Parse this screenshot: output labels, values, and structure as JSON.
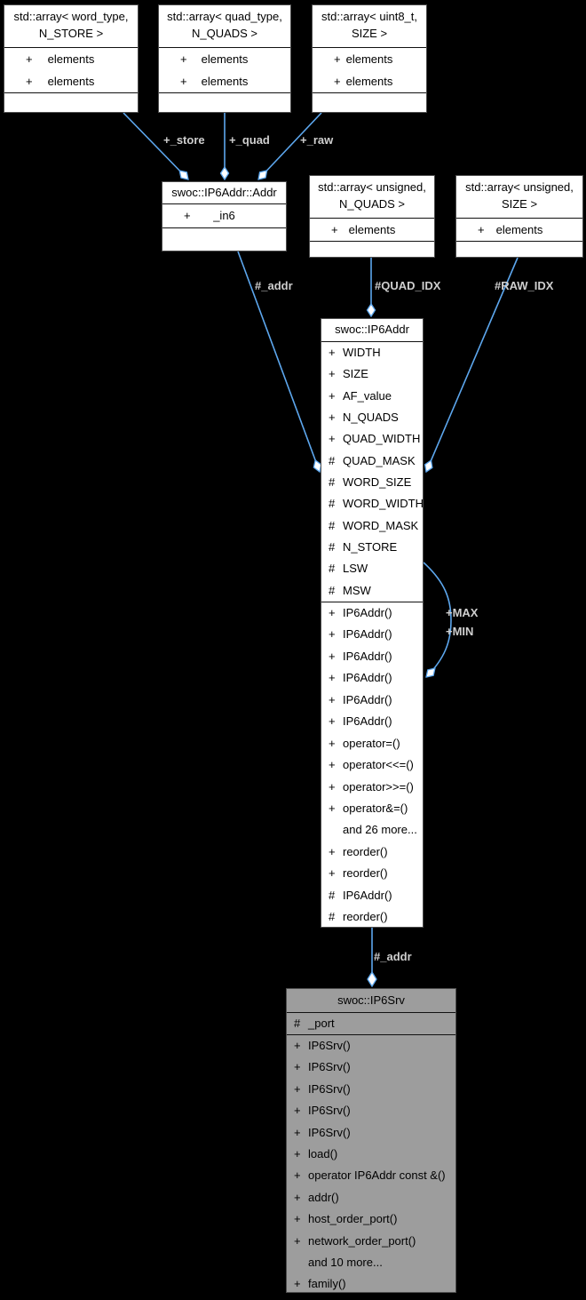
{
  "diagram": {
    "background": "#000000",
    "edge_color": "#5da7ee",
    "edge_label_color": "#cfcfcf",
    "node_fill": "#ffffff",
    "node_border": "#4d4d4d",
    "highlight_node_fill": "#9d9d9d"
  },
  "nodes": {
    "array_word": {
      "title1": "std::array< word_type,",
      "title2": "N_STORE >",
      "attrs": [
        {
          "a": "+",
          "n": "elements"
        },
        {
          "a": "+",
          "n": "elements"
        }
      ]
    },
    "array_quad": {
      "title1": "std::array< quad_type,",
      "title2": "N_QUADS >",
      "attrs": [
        {
          "a": "+",
          "n": "elements"
        },
        {
          "a": "+",
          "n": "elements"
        }
      ]
    },
    "array_uint8": {
      "title1": "std::array< uint8_t,",
      "title2": "SIZE >",
      "attrs": [
        {
          "a": "+",
          "n": "elements"
        },
        {
          "a": "+",
          "n": "elements"
        }
      ]
    },
    "addr": {
      "title": "swoc::IP6Addr::Addr",
      "attrs": [
        {
          "a": "+",
          "n": "_in6"
        }
      ]
    },
    "array_unsigned_quads": {
      "title1": "std::array< unsigned,",
      "title2": "N_QUADS >",
      "attrs": [
        {
          "a": "+",
          "n": "elements"
        }
      ]
    },
    "array_unsigned_size": {
      "title1": "std::array< unsigned,",
      "title2": "SIZE >",
      "attrs": [
        {
          "a": "+",
          "n": "elements"
        }
      ]
    },
    "ip6addr": {
      "title": "swoc::IP6Addr",
      "attrs": [
        {
          "a": "+",
          "n": "WIDTH"
        },
        {
          "a": "+",
          "n": "SIZE"
        },
        {
          "a": "+",
          "n": "AF_value"
        },
        {
          "a": "+",
          "n": "N_QUADS"
        },
        {
          "a": "+",
          "n": "QUAD_WIDTH"
        },
        {
          "a": "#",
          "n": "QUAD_MASK"
        },
        {
          "a": "#",
          "n": "WORD_SIZE"
        },
        {
          "a": "#",
          "n": "WORD_WIDTH"
        },
        {
          "a": "#",
          "n": "WORD_MASK"
        },
        {
          "a": "#",
          "n": "N_STORE"
        },
        {
          "a": "#",
          "n": "LSW"
        },
        {
          "a": "#",
          "n": "MSW"
        }
      ],
      "methods": [
        {
          "a": "+",
          "n": "IP6Addr()"
        },
        {
          "a": "+",
          "n": "IP6Addr()"
        },
        {
          "a": "+",
          "n": "IP6Addr()"
        },
        {
          "a": "+",
          "n": "IP6Addr()"
        },
        {
          "a": "+",
          "n": "IP6Addr()"
        },
        {
          "a": "+",
          "n": "IP6Addr()"
        },
        {
          "a": "+",
          "n": "operator=()"
        },
        {
          "a": "+",
          "n": "operator<<=()"
        },
        {
          "a": "+",
          "n": "operator>>=()"
        },
        {
          "a": "+",
          "n": "operator&=()"
        },
        {
          "a": "",
          "n": "and 26 more..."
        },
        {
          "a": "+",
          "n": "reorder()"
        },
        {
          "a": "+",
          "n": "reorder()"
        },
        {
          "a": "#",
          "n": "IP6Addr()"
        },
        {
          "a": "#",
          "n": "reorder()"
        }
      ]
    },
    "ip6srv": {
      "title": "swoc::IP6Srv",
      "attrs": [
        {
          "a": "#",
          "n": "_port"
        }
      ],
      "methods": [
        {
          "a": "+",
          "n": "IP6Srv()"
        },
        {
          "a": "+",
          "n": "IP6Srv()"
        },
        {
          "a": "+",
          "n": "IP6Srv()"
        },
        {
          "a": "+",
          "n": "IP6Srv()"
        },
        {
          "a": "+",
          "n": "IP6Srv()"
        },
        {
          "a": "+",
          "n": "load()"
        },
        {
          "a": "+",
          "n": "operator IP6Addr const &()"
        },
        {
          "a": "+",
          "n": "addr()"
        },
        {
          "a": "+",
          "n": "host_order_port()"
        },
        {
          "a": "+",
          "n": "network_order_port()"
        },
        {
          "a": "",
          "n": "and 10 more..."
        },
        {
          "a": "+",
          "n": "family()"
        }
      ]
    }
  },
  "edge_labels": {
    "store": "+_store",
    "quad": "+_quad",
    "raw": "+_raw",
    "addr_upper": "#_addr",
    "quad_idx": "#QUAD_IDX",
    "raw_idx": "#RAW_IDX",
    "max": "+MAX",
    "min": "+MIN",
    "addr_lower": "#_addr"
  }
}
